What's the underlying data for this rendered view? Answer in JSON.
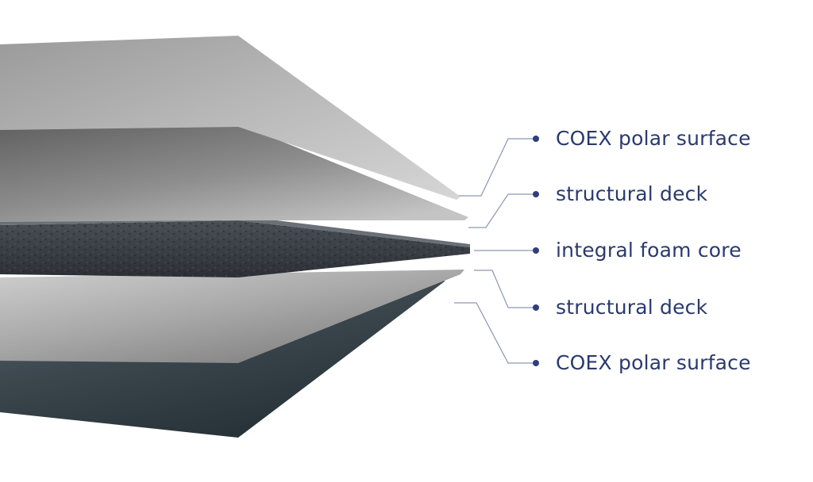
{
  "colors": {
    "label_text": "#2a3a6e",
    "leader_line": "#8c96b5",
    "dot": "#2e3f7a",
    "foam_core": "#3a3f47",
    "top_sheet": "#8a8a8a",
    "bottom_sheet": "#2f3a42"
  },
  "layers": [
    {
      "label": "COEX polar surface"
    },
    {
      "label": "structural deck"
    },
    {
      "label": "integral foam core"
    },
    {
      "label": "structural deck"
    },
    {
      "label": "COEX polar surface"
    }
  ]
}
